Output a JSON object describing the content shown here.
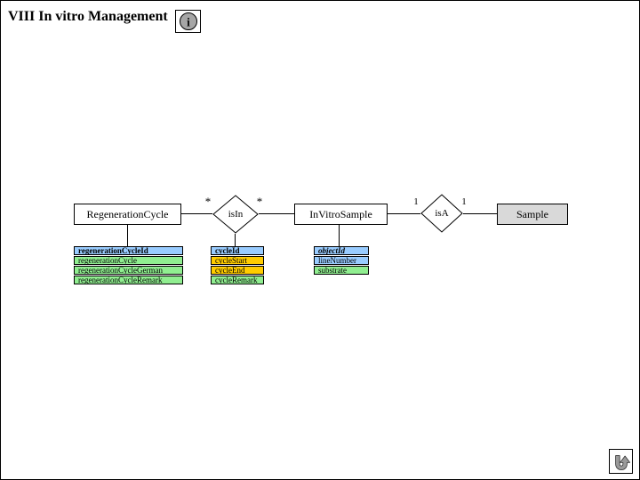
{
  "page": {
    "title": "VIII In vitro Management"
  },
  "header": {
    "info_button": {
      "icon": "info-icon",
      "glyph": "i"
    }
  },
  "colors": {
    "key_attribute_blue": "#99ccff",
    "text_attribute_green": "#90ee90",
    "date_attribute_orange": "#ffcc00",
    "external_entity_gray": "#d9d9d9"
  },
  "diagram": {
    "entities": [
      {
        "label": "RegenerationCycle",
        "variant": "plain"
      },
      {
        "label": "InVitroSample",
        "variant": "plain"
      },
      {
        "label": "Sample",
        "variant": "gray"
      }
    ],
    "relationships": [
      {
        "label": "isIn",
        "left_card": "*",
        "right_card": "*"
      },
      {
        "label": "isA",
        "left_card": "1",
        "right_card": "1"
      }
    ],
    "attribute_stacks": [
      {
        "owner": "RegenerationCycle",
        "attributes": [
          {
            "name": "regenerationCycleId",
            "color": "blue",
            "bold": true,
            "underline": true
          },
          {
            "name": "regenerationCycle",
            "color": "green"
          },
          {
            "name": "regenerationCycleGerman",
            "color": "green"
          },
          {
            "name": "regenerationCycleRemark",
            "color": "green"
          }
        ]
      },
      {
        "owner": "isIn",
        "attributes": [
          {
            "name": "cycleId",
            "color": "blue",
            "bold": true,
            "underline": true
          },
          {
            "name": "cycleStart",
            "color": "orange",
            "underline": true
          },
          {
            "name": "cycleEnd",
            "color": "orange",
            "underline": true
          },
          {
            "name": "cycleRemark",
            "color": "green"
          }
        ]
      },
      {
        "owner": "InVitroSample",
        "attributes": [
          {
            "name": "objectId",
            "color": "blue",
            "bold": true,
            "italic": true,
            "underline": true
          },
          {
            "name": "lineNumber",
            "color": "blue",
            "underline": true
          },
          {
            "name": "substrate",
            "color": "green",
            "underline": true
          }
        ]
      }
    ]
  },
  "footer": {
    "back_button": {
      "icon": "u-turn-back-icon"
    }
  }
}
